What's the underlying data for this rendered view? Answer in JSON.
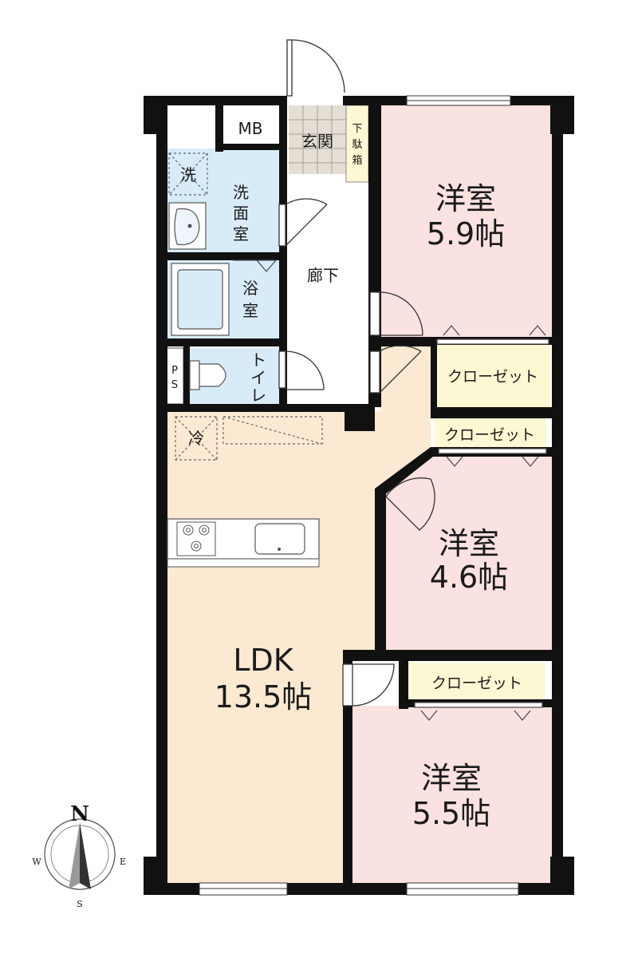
{
  "rooms": {
    "western1": {
      "name": "洋室",
      "size": "5.9帖"
    },
    "western2": {
      "name": "洋室",
      "size": "4.6帖"
    },
    "western3": {
      "name": "洋室",
      "size": "5.5帖"
    },
    "ldk": {
      "name": "LDK",
      "size": "13.5帖"
    },
    "corridor": "廊下",
    "entrance": "玄関",
    "shoe_box": [
      "下",
      "駄",
      "箱"
    ],
    "washroom": [
      "洗",
      "面",
      "室"
    ],
    "bathroom": [
      "浴",
      "室"
    ],
    "toilet": [
      "ト",
      "イ",
      "レ"
    ],
    "mb": "MB",
    "ps": [
      "P",
      "S"
    ],
    "washer": "洗",
    "fridge": "冷",
    "closet": "クローゼット"
  },
  "compass": {
    "n": "N",
    "s": "S",
    "e": "E",
    "w": "W"
  },
  "colors": {
    "western_room": "#f9e2df",
    "ldk": "#fbe9d2",
    "wet_area": "#d8ecf8",
    "closet": "#fdf8d4",
    "corridor": "#ffffff",
    "entrance_tile": "#e4ded4",
    "wall": "#111111"
  }
}
